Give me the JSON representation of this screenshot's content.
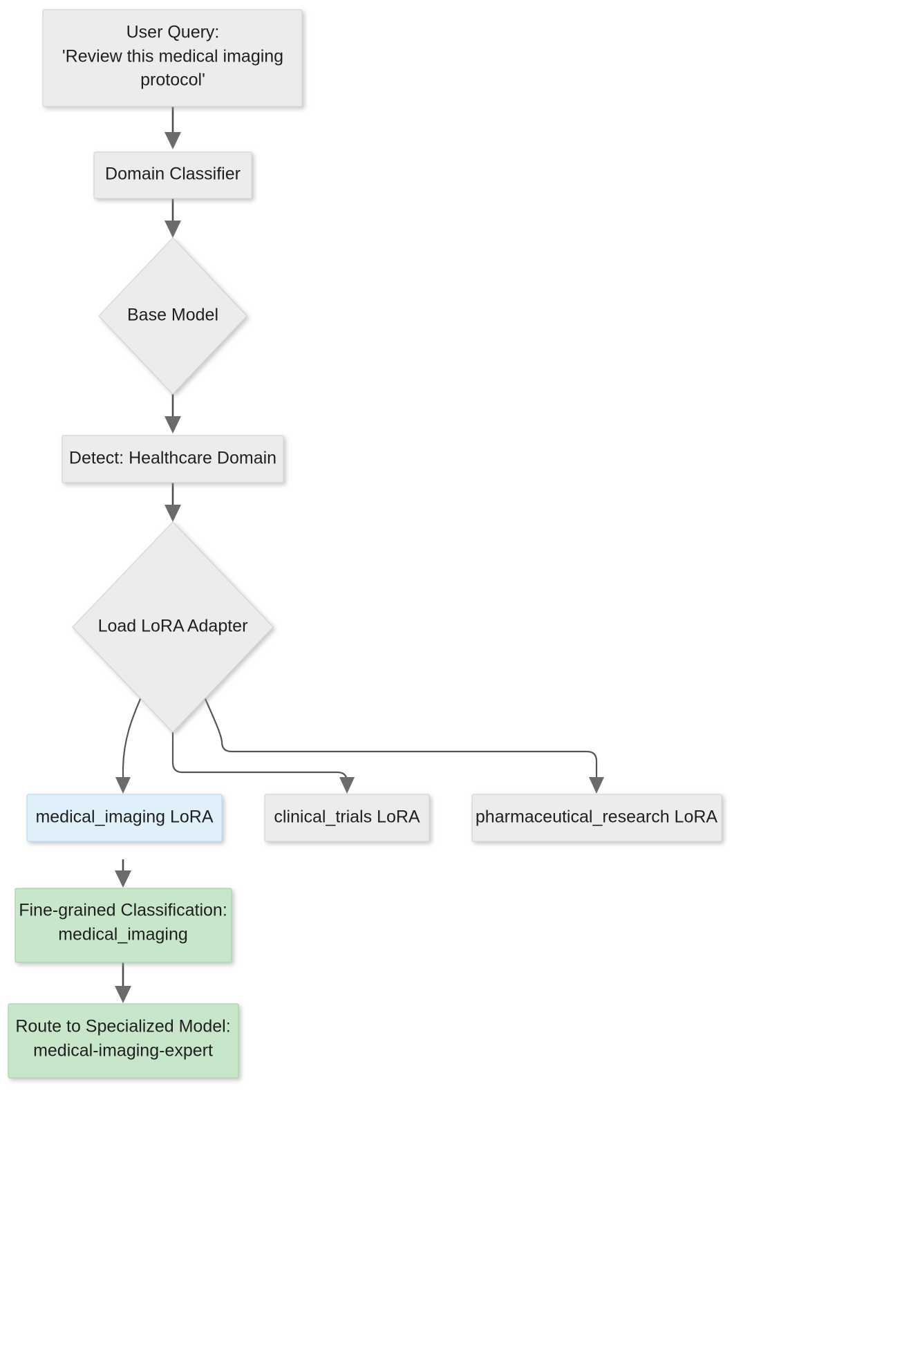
{
  "diagram": {
    "type": "flowchart",
    "direction": "top-to-bottom",
    "background": "#ffffff",
    "styles": {
      "default_fill": "#ececec",
      "default_stroke": "#d4d4d4",
      "highlight_fill": "#dff0fb",
      "highlight_stroke": "#b9dcf0",
      "result_fill": "#c8e6c9",
      "result_stroke": "#a9d4ab",
      "edge_color": "#4d4d4d",
      "arrow_color": "#6b6b6b",
      "text_color": "#1f1f1f"
    },
    "nodes": [
      {
        "id": "user-query",
        "shape": "rect",
        "style": "default",
        "lines": [
          "User Query:",
          "'Review this medical imaging",
          "protocol'"
        ]
      },
      {
        "id": "domain-classifier",
        "shape": "rect",
        "style": "default",
        "lines": [
          "Domain Classifier"
        ]
      },
      {
        "id": "base-model",
        "shape": "diamond",
        "style": "default",
        "lines": [
          "Base Model"
        ]
      },
      {
        "id": "detect-healthcare-domain",
        "shape": "rect",
        "style": "default",
        "lines": [
          "Detect: Healthcare Domain"
        ]
      },
      {
        "id": "load-lora-adapter",
        "shape": "diamond",
        "style": "default",
        "lines": [
          "Load LoRA Adapter"
        ]
      },
      {
        "id": "medical-imaging-lora",
        "shape": "rect",
        "style": "highlight",
        "lines": [
          "medical_imaging LoRA"
        ]
      },
      {
        "id": "clinical-trials-lora",
        "shape": "rect",
        "style": "default",
        "lines": [
          "clinical_trials LoRA"
        ]
      },
      {
        "id": "pharmaceutical-research-lora",
        "shape": "rect",
        "style": "default",
        "lines": [
          "pharmaceutical_research LoRA"
        ]
      },
      {
        "id": "fine-grained-classification",
        "shape": "rect",
        "style": "result",
        "lines": [
          "Fine-grained Classification:",
          "medical_imaging"
        ]
      },
      {
        "id": "route-to-specialized-model",
        "shape": "rect",
        "style": "result",
        "lines": [
          "Route to Specialized Model:",
          "medical-imaging-expert"
        ]
      }
    ],
    "edges": [
      {
        "from": "user-query",
        "to": "domain-classifier"
      },
      {
        "from": "domain-classifier",
        "to": "base-model"
      },
      {
        "from": "base-model",
        "to": "detect-healthcare-domain"
      },
      {
        "from": "detect-healthcare-domain",
        "to": "load-lora-adapter"
      },
      {
        "from": "load-lora-adapter",
        "to": "medical-imaging-lora"
      },
      {
        "from": "load-lora-adapter",
        "to": "clinical-trials-lora"
      },
      {
        "from": "load-lora-adapter",
        "to": "pharmaceutical-research-lora"
      },
      {
        "from": "medical-imaging-lora",
        "to": "fine-grained-classification"
      },
      {
        "from": "fine-grained-classification",
        "to": "route-to-specialized-model"
      }
    ]
  },
  "labels": {
    "user_query_l1": "User Query:",
    "user_query_l2": "'Review this medical imaging",
    "user_query_l3": "protocol'",
    "domain_classifier": "Domain Classifier",
    "base_model": "Base Model",
    "detect_healthcare": "Detect: Healthcare Domain",
    "load_lora_adapter": "Load LoRA Adapter",
    "medical_imaging_lora": "medical_imaging LoRA",
    "clinical_trials_lora": "clinical_trials LoRA",
    "pharmaceutical_research_lora": "pharmaceutical_research LoRA",
    "fine_grained_l1": "Fine-grained Classification:",
    "fine_grained_l2": "medical_imaging",
    "route_l1": "Route to Specialized Model:",
    "route_l2": "medical-imaging-expert"
  }
}
